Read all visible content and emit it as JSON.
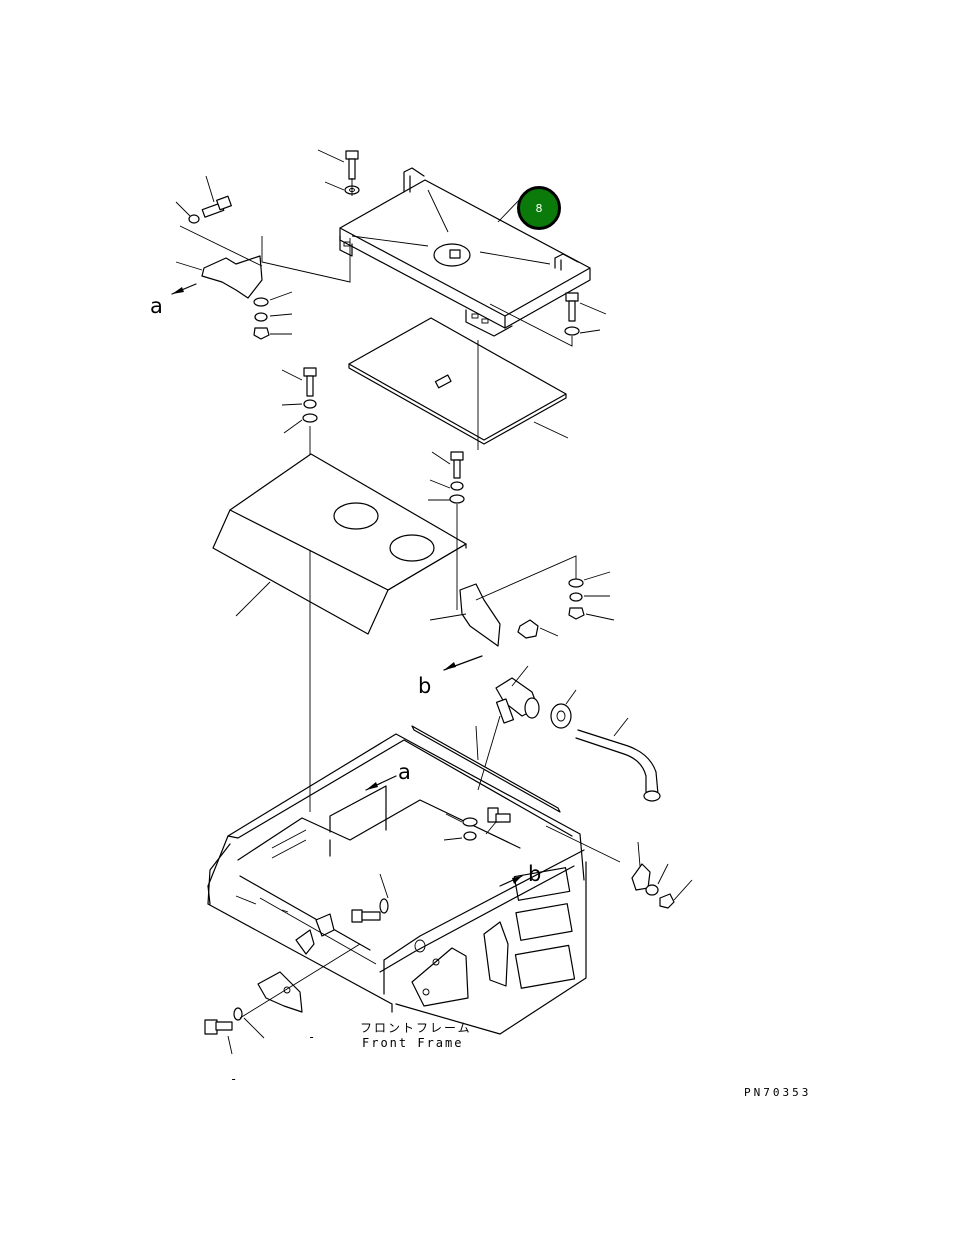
{
  "callout": {
    "number": "8",
    "color": "#0a7a0a"
  },
  "labels": {
    "a_top": "a",
    "a_frame": "a",
    "b_bracket": "b",
    "b_frame": "b"
  },
  "caption": {
    "jp": "フロントフレーム",
    "en": "Front Frame"
  },
  "drawing_code": "PN70353",
  "leader_marks": [
    "-",
    "-"
  ]
}
